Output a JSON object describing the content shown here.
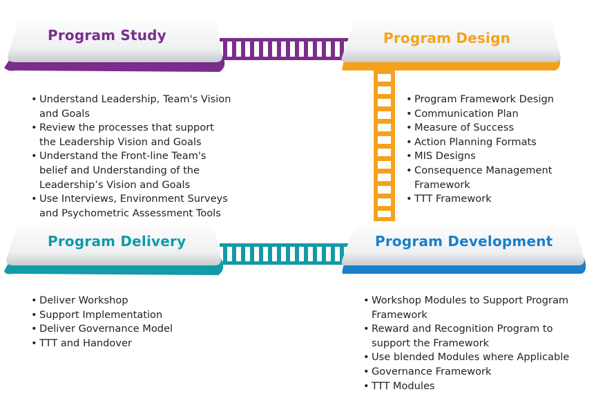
{
  "colors": {
    "study": "#7a2e8c",
    "design": "#f4a21d",
    "delivery": "#139aa7",
    "development": "#1a7fc8",
    "text": "#222222"
  },
  "stages": {
    "study": {
      "title": "Program Study",
      "items": [
        "Understand Leadership, Team's Vision and Goals",
        "Review the processes that support the Leadership Vision and Goals",
        "Understand the Front-line Team's belief and Understanding of the Leadership’s Vision and Goals",
        "Use Interviews, Environment Surveys and Psychometric Assessment Tools"
      ]
    },
    "design": {
      "title": "Program Design",
      "items": [
        "Program Framework Design",
        "Communication Plan",
        "Measure of Success",
        "Action Planning Formats",
        "MIS Designs",
        "Consequence Management Framework",
        "TTT Framework"
      ]
    },
    "delivery": {
      "title": "Program Delivery",
      "items": [
        "Deliver Workshop",
        "Support Implementation",
        "Deliver Governance Model",
        "TTT and Handover"
      ]
    },
    "development": {
      "title": "Program Development",
      "items": [
        "Workshop Modules to Support Program Framework",
        "Reward and Recognition Program to support the Framework",
        "Use blended Modules where Applicable",
        "Governance Framework",
        "TTT Modules"
      ]
    }
  }
}
